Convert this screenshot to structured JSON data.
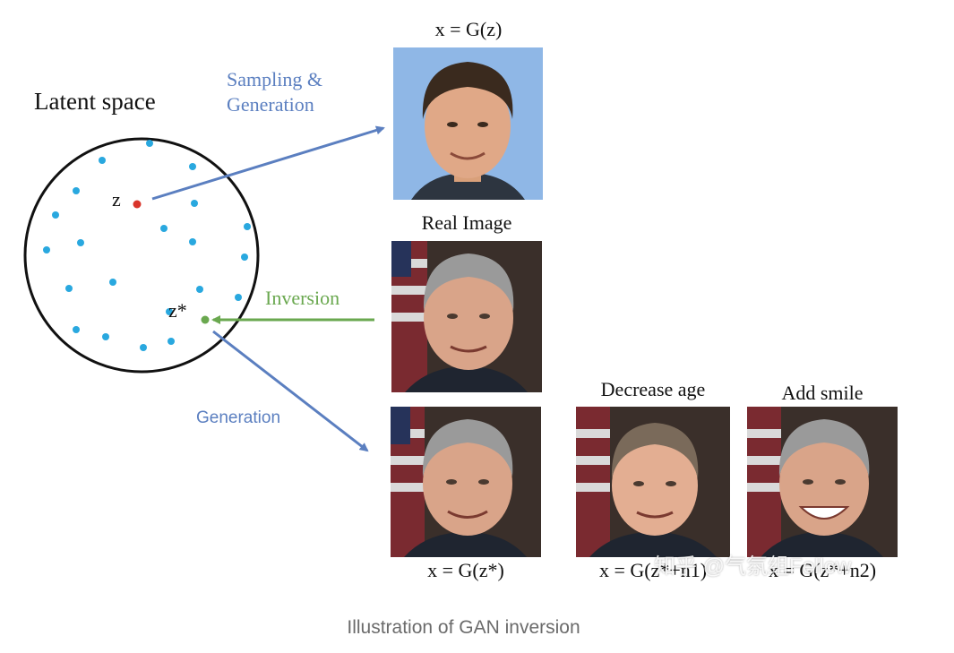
{
  "latent": {
    "title": "Latent space",
    "z_label": "z",
    "zstar_label": "z*"
  },
  "arrows": {
    "sampling_line1": "Sampling &",
    "sampling_line2": "Generation",
    "inversion": "Inversion",
    "generation": "Generation"
  },
  "images": {
    "generated_label": "x = G(z)",
    "real_label": "Real Image",
    "reconstructed_label": "x = G(z*)",
    "decrease_age_title": "Decrease age",
    "decrease_age_formula": "x = G(z*+n1)",
    "add_smile_title": "Add smile",
    "add_smile_formula": "x = G(z*+n2)"
  },
  "watermark": "知乎 @气氛组Fellow",
  "caption": "Illustration of GAN inversion",
  "colors": {
    "blue_arrow": "#5b7fc0",
    "green_arrow": "#6aa84f",
    "latent_dot": "#29a8df",
    "z_dot": "#d9352b",
    "zstar_dot": "#6aa84f"
  }
}
